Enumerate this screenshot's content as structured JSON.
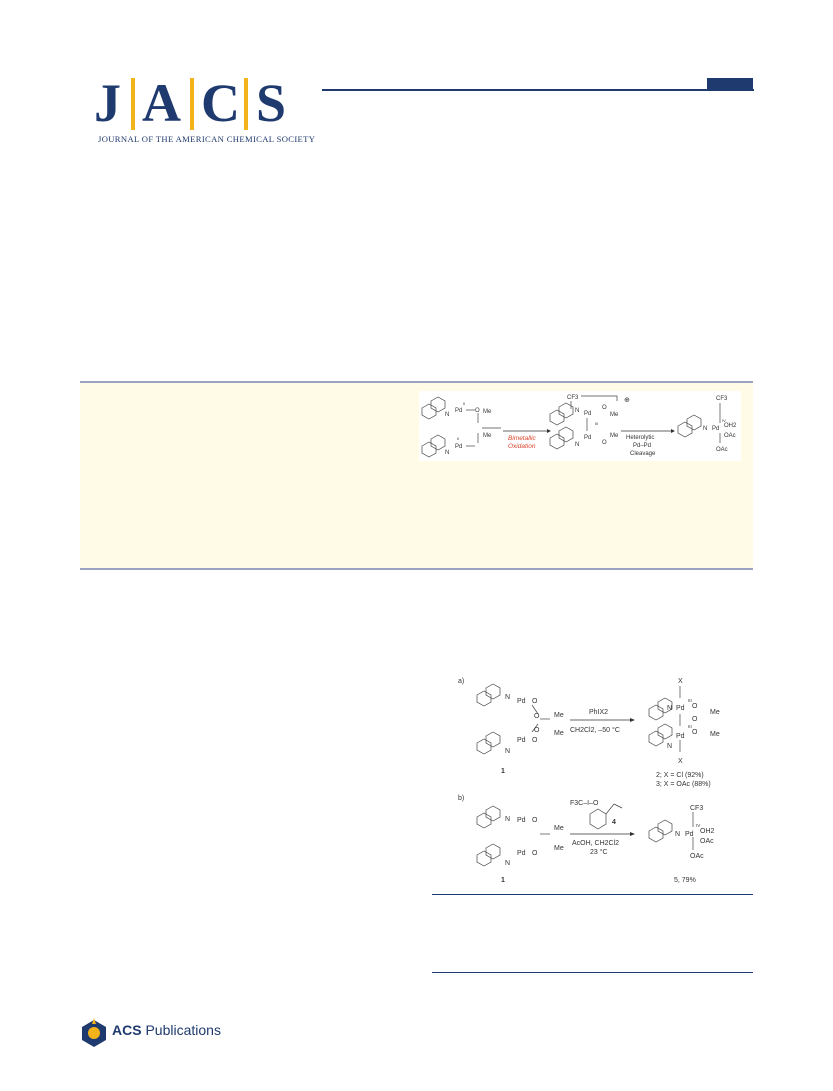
{
  "header": {
    "logo_letters": [
      "J",
      "A",
      "C",
      "S"
    ],
    "journal_name": "JOURNAL OF THE AMERICAN CHEMICAL SOCIETY"
  },
  "colors": {
    "navy": "#1f3a6e",
    "gold": "#f2b31b",
    "abstract_bg": "#fffbe7",
    "oxidation_red": "#d9442b"
  },
  "toc": {
    "cf3": "CF3",
    "charge": "⊕",
    "me1": "Me",
    "me2": "Me",
    "me3": "Me",
    "me4": "Me",
    "pd": "Pd",
    "n": "N",
    "o": "O",
    "ox2": "II",
    "ox3": "III",
    "ox4": "IV",
    "arrow1_line1": "Bimetallic",
    "arrow1_line2": "Oxidation",
    "arrow2_line1": "Heterolytic",
    "arrow2_line2": "Pd–Pd",
    "arrow2_line3": "Cleavage",
    "oh2": "OH2",
    "oac1": "OAc",
    "oac2": "OAc"
  },
  "scheme": {
    "part_a_label": "a)",
    "part_b_label": "b)",
    "x_top": "X",
    "x_bottom": "X",
    "me_a1": "Me",
    "me_a2": "Me",
    "me_a3": "Me",
    "me_a4": "Me",
    "me_b1": "Me",
    "me_b2": "Me",
    "pd": "Pd",
    "n": "N",
    "o": "O",
    "ox3": "III",
    "ox4": "IV",
    "reagent_a": "PhIX2",
    "conditions_a": "CH2Cl2, –50 °C",
    "compound_1a": "1",
    "compound_1b": "1",
    "product_2": "2; X = Cl (92%)",
    "product_3": "3; X = OAc (88%)",
    "reagent_b_formula": "F3C–I–O",
    "reagent_b_number": "4",
    "conditions_b_line1": "AcOH, CH2Cl2",
    "conditions_b_line2": "23 °C",
    "cf3": "CF3",
    "oh2": "OH2",
    "oac1": "OAc",
    "oac2": "OAc",
    "product_5": "5, 79%"
  },
  "footer": {
    "acs_bold": "ACS",
    "acs_rest": " Publications"
  }
}
